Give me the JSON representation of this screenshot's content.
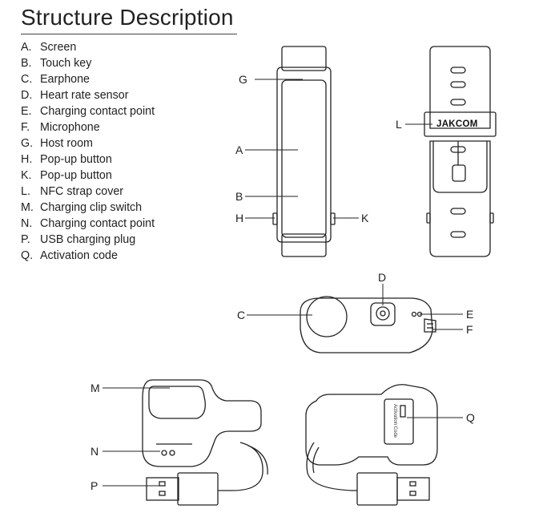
{
  "title": "Structure Description",
  "legend": [
    {
      "key": "A.",
      "text": "Screen"
    },
    {
      "key": "B.",
      "text": "Touch key"
    },
    {
      "key": "C.",
      "text": "Earphone"
    },
    {
      "key": "D.",
      "text": "Heart rate sensor"
    },
    {
      "key": "E.",
      "text": "Charging contact point"
    },
    {
      "key": "F.",
      "text": "Microphone"
    },
    {
      "key": "G.",
      "text": "Host room"
    },
    {
      "key": "H.",
      "text": "Pop-up button"
    },
    {
      "key": "K.",
      "text": "Pop-up button"
    },
    {
      "key": "L.",
      "text": "NFC strap cover"
    },
    {
      "key": "M.",
      "text": "Charging clip switch"
    },
    {
      "key": "N.",
      "text": "Charging contact point"
    },
    {
      "key": "P.",
      "text": "USB charging plug"
    },
    {
      "key": "Q.",
      "text": "Activation code"
    }
  ],
  "callouts": {
    "A": "A",
    "B": "B",
    "C": "C",
    "D": "D",
    "E": "E",
    "F": "F",
    "G": "G",
    "H": "H",
    "K": "K",
    "L": "L",
    "M": "M",
    "N": "N",
    "P": "P",
    "Q": "Q"
  },
  "brand_text": "JAKCOM",
  "activation_text": "Activation Code"
}
